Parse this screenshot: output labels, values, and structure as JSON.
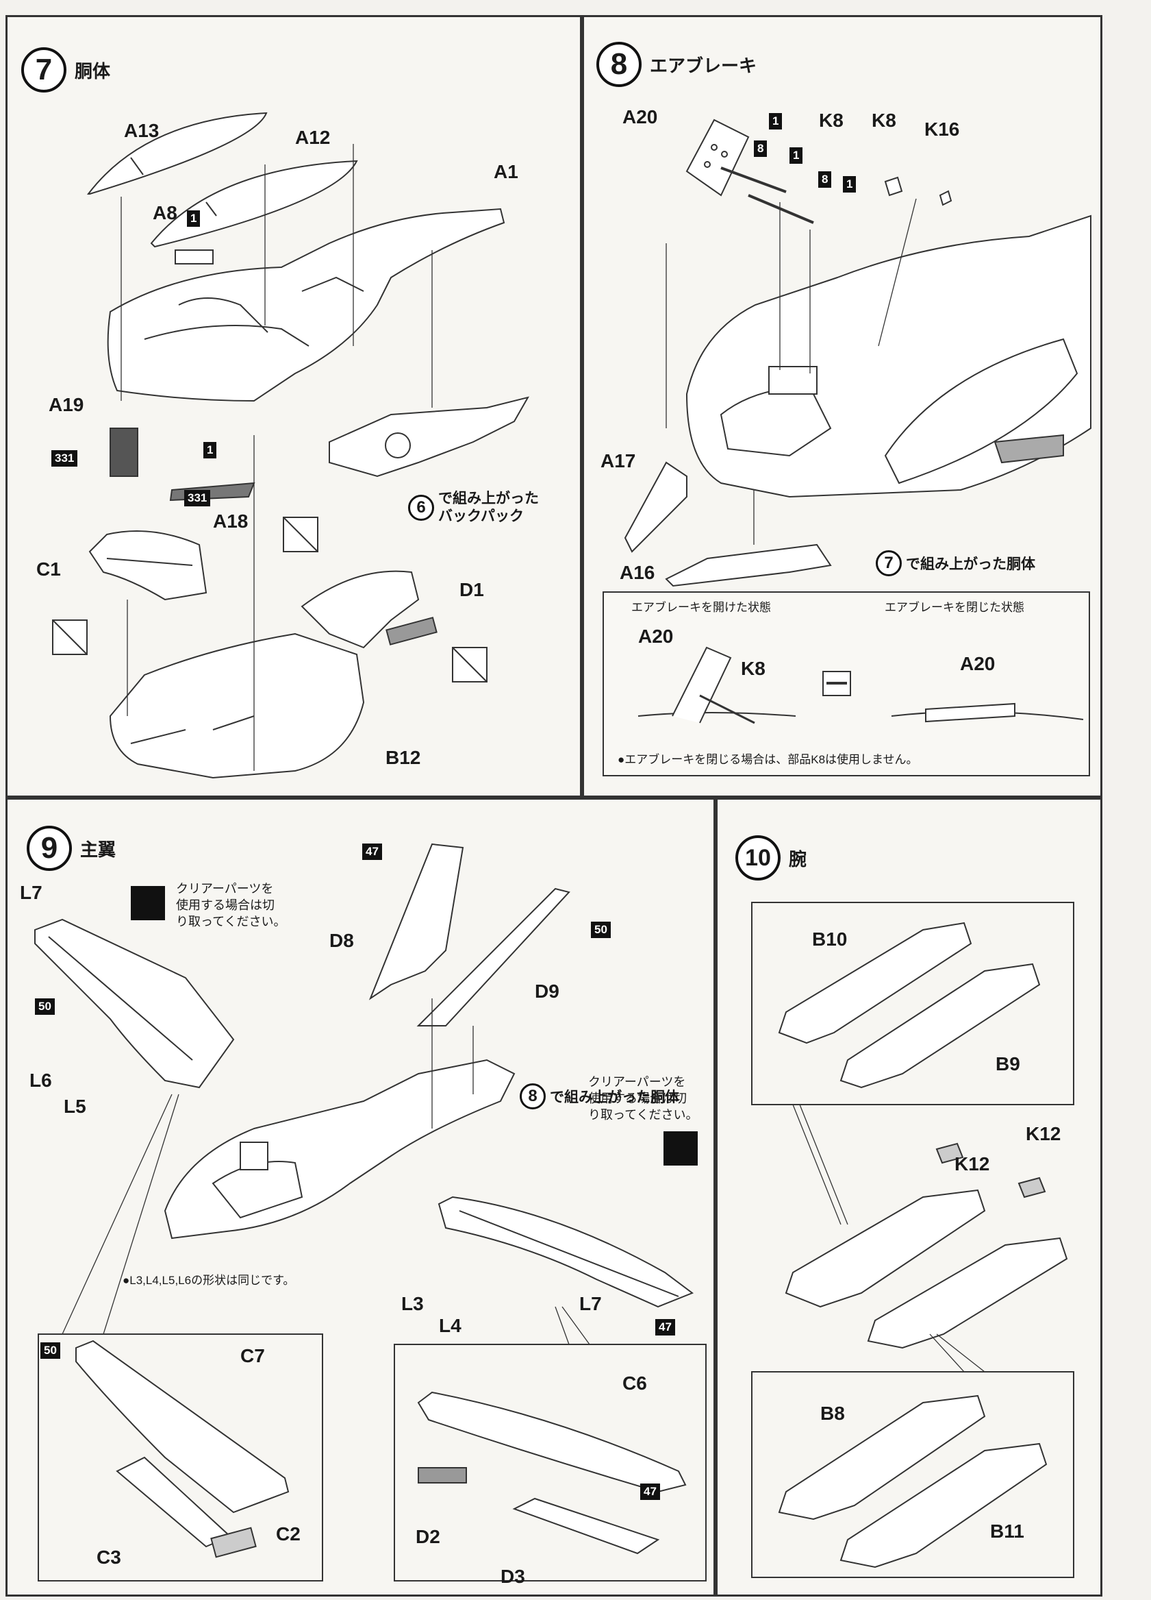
{
  "step7": {
    "number": "7",
    "title": "胴体",
    "labels": [
      "A13",
      "A12",
      "A1",
      "A8",
      "A19",
      "A18",
      "C1",
      "D1",
      "B12"
    ],
    "codes": [
      "1",
      "331",
      "1",
      "331"
    ],
    "backpack_ref": {
      "number": "6",
      "text1": "で組み上がった",
      "text2": "バックパック"
    }
  },
  "step8": {
    "number": "8",
    "title": "エアブレーキ",
    "labels": [
      "A20",
      "K8",
      "K8",
      "K16",
      "A17",
      "A16"
    ],
    "codes": [
      "1",
      "8",
      "1",
      "8",
      "1"
    ],
    "body_ref": {
      "number": "7",
      "text": "で組み上がった胴体"
    },
    "inset": {
      "open_title": "エアブレーキを開けた状態",
      "closed_title": "エアブレーキを閉じた状態",
      "open_labels": [
        "A20",
        "K8"
      ],
      "closed_label": "A20",
      "note": "●エアブレーキを閉じる場合は、部品K8は使用しません。"
    }
  },
  "step9": {
    "number": "9",
    "title": "主翼",
    "labels": [
      "L7",
      "D8",
      "D9",
      "L6",
      "L5",
      "L3",
      "L4",
      "L7",
      "C7",
      "C3",
      "C2",
      "C6",
      "D2",
      "D3"
    ],
    "codes": [
      "50",
      "47",
      "50",
      "47",
      "50",
      "47"
    ],
    "clear_note_1": [
      "クリアーパーツを",
      "使用する場合は切",
      "り取ってください。"
    ],
    "clear_note_2": [
      "クリアーパーツを",
      "使用する場合は切",
      "り取ってください。"
    ],
    "body_ref": {
      "number": "8",
      "text": "で組み上がった胴体"
    },
    "shape_note": "●L3,L4,L5,L6の形状は同じです。"
  },
  "step10": {
    "number": "10",
    "title": "腕",
    "labels": [
      "B10",
      "B9",
      "K12",
      "K12",
      "B8",
      "B11"
    ]
  }
}
